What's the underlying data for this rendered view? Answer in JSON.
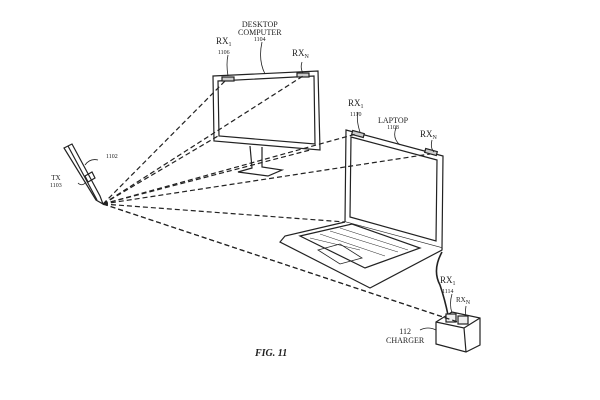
{
  "figure": {
    "caption": "FIG. 11"
  },
  "labels": {
    "stylus": {
      "ref": "1102"
    },
    "tx": {
      "name": "TX",
      "ref": "1103"
    },
    "desktop": {
      "name_line1": "DESKTOP",
      "name_line2": "COMPUTER",
      "ref": "1104"
    },
    "desktop_rx1": {
      "name": "RX",
      "sub": "1",
      "ref": "1106"
    },
    "desktop_rxn": {
      "name": "RX",
      "sub": "N"
    },
    "laptop": {
      "name": "LAPTOP",
      "ref": "1108"
    },
    "laptop_rx1": {
      "name": "RX",
      "sub": "1",
      "ref": "1110"
    },
    "laptop_rxn": {
      "name": "RX",
      "sub": "N"
    },
    "charger": {
      "ref": "112",
      "name": "CHARGER"
    },
    "charger_rx1": {
      "name": "RX",
      "sub": "1",
      "ref": "1114"
    },
    "charger_rxn": {
      "name": "RX",
      "sub": "N"
    }
  }
}
